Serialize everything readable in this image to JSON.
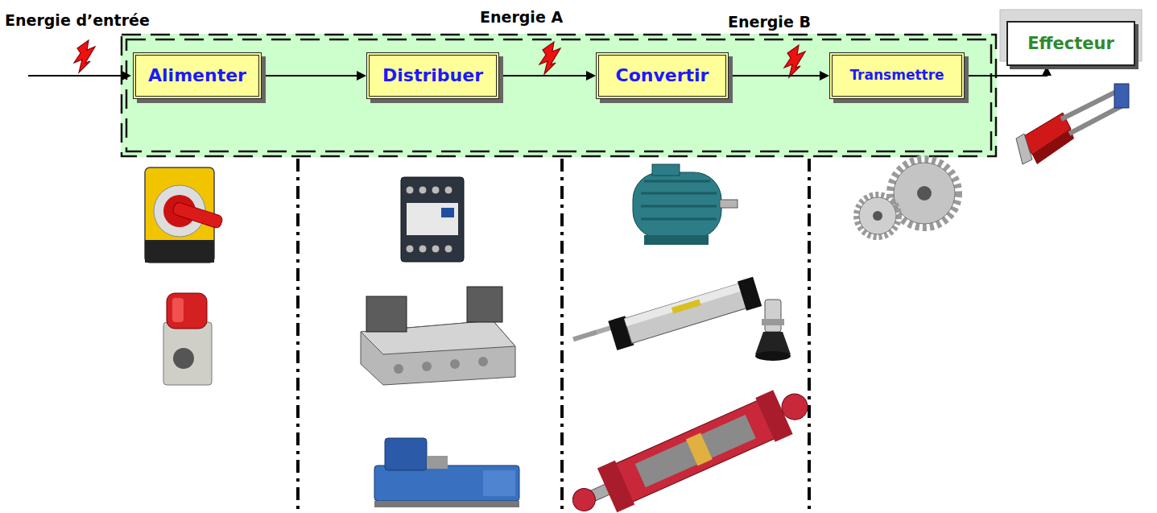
{
  "diagram": {
    "nodes": [
      {
        "text": [
          "Alimenter"
        ]
      },
      {
        "text": [
          "Distribuer"
        ]
      },
      {
        "text": [
          "Convertir"
        ]
      },
      {
        "text": [
          "Transmettre"
        ]
      },
      {
        "text": [
          "Effecteur"
        ]
      }
    ],
    "edges": [
      {
        "from": 0,
        "to": 1,
        "arrow": "to"
      },
      {
        "from": 1,
        "to": 2,
        "arrow": "to"
      },
      {
        "from": 2,
        "to": 3,
        "arrow": "to"
      },
      {
        "from": 3,
        "to": 4,
        "arrow": "to"
      }
    ],
    "labels": [
      "Energie d’entrée",
      "Energie A",
      "Energie B"
    ]
  }
}
